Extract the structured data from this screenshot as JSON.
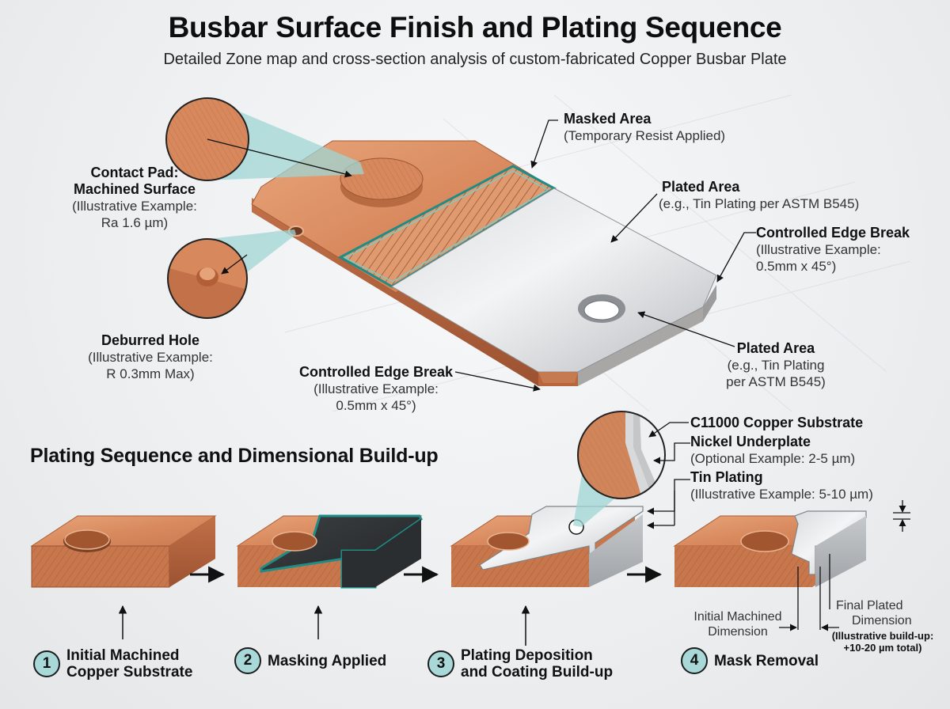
{
  "title": "Busbar Surface Finish and Plating Sequence",
  "subtitle": "Detailed Zone map and cross-section analysis of custom-fabricated Copper Busbar Plate",
  "callouts": {
    "contact_pad": {
      "title_1": "Contact Pad:",
      "title_2": "Machined Surface",
      "line_1": "(Illustrative Example:",
      "line_2": "Ra 1.6 µm)"
    },
    "deburred_hole": {
      "title": "Deburred Hole",
      "line_1": "(Illustrative Example:",
      "line_2": "R 0.3mm Max)"
    },
    "masked_area": {
      "title": "Masked Area",
      "line_1": "(Temporary Resist Applied)"
    },
    "plated_area_top": {
      "title": "Plated Area",
      "line_1": "(e.g., Tin Plating per ASTM B545)"
    },
    "edge_break_right": {
      "title": "Controlled Edge Break",
      "line_1": "(Illustrative Example:",
      "line_2": "0.5mm x 45°)"
    },
    "plated_area_right": {
      "title": "Plated Area",
      "line_1": "(e.g., Tin Plating",
      "line_2": "per ASTM B545)"
    },
    "edge_break_bottom": {
      "title": "Controlled Edge Break",
      "line_1": "(Illustrative Example:",
      "line_2": "0.5mm x 45°)"
    }
  },
  "sequence": {
    "heading": "Plating Sequence and Dimensional Build-up",
    "layers": {
      "substrate": "C11000 Copper Substrate",
      "nickel_title": "Nickel Underplate",
      "nickel_note": "(Optional Example: 2-5 µm)",
      "tin_title": "Tin Plating",
      "tin_note": "(Illustrative Example: 5-10 µm)"
    },
    "steps": [
      {
        "number": "1",
        "line_1": "Initial Machined",
        "line_2": "Copper Substrate"
      },
      {
        "number": "2",
        "line_1": "Masking Applied",
        "line_2": ""
      },
      {
        "number": "3",
        "line_1": "Plating Deposition",
        "line_2": "and Coating Build-up"
      },
      {
        "number": "4",
        "line_1": "Mask Removal",
        "line_2": ""
      }
    ],
    "dimensions": {
      "initial_1": "Initial Machined",
      "initial_2": "Dimension",
      "final_1": "Final Plated",
      "final_2": "Dimension",
      "buildup_1": "(Illustrative build-up:",
      "buildup_2": "+10-20 µm total)"
    }
  },
  "colors": {
    "copper": "#d9895e",
    "copper_dark": "#b96a42",
    "tin": "#c9ccd0",
    "mask_dark": "#2e3133",
    "mask_teal": "#1f8c86",
    "callout_cone": "#9fd6d4",
    "step_badge": "#a8d8d8"
  }
}
